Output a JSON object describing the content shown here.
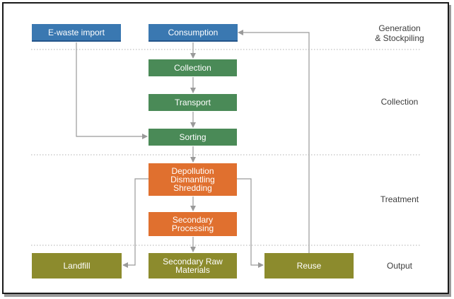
{
  "diagram": {
    "boxes": {
      "ewaste_import": "E-waste import",
      "consumption": "Consumption",
      "collection": "Collection",
      "transport": "Transport",
      "sorting": "Sorting",
      "depollution": "Depollution\nDismantling\nShredding",
      "secondary_processing": "Secondary\nProcessing",
      "landfill": "Landfill",
      "secondary_raw_materials": "Secondary Raw\nMaterials",
      "reuse": "Reuse"
    },
    "stages": {
      "generation": "Generation\n& Stockpiling",
      "collection": "Collection",
      "treatment": "Treatment",
      "output": "Output"
    },
    "colors": {
      "import_consumption": "#3a78b1",
      "collection_stage": "#4a8a57",
      "treatment_stage": "#e0702f",
      "output_stage": "#8c8b2d",
      "arrows": "#9a9a9a"
    }
  }
}
